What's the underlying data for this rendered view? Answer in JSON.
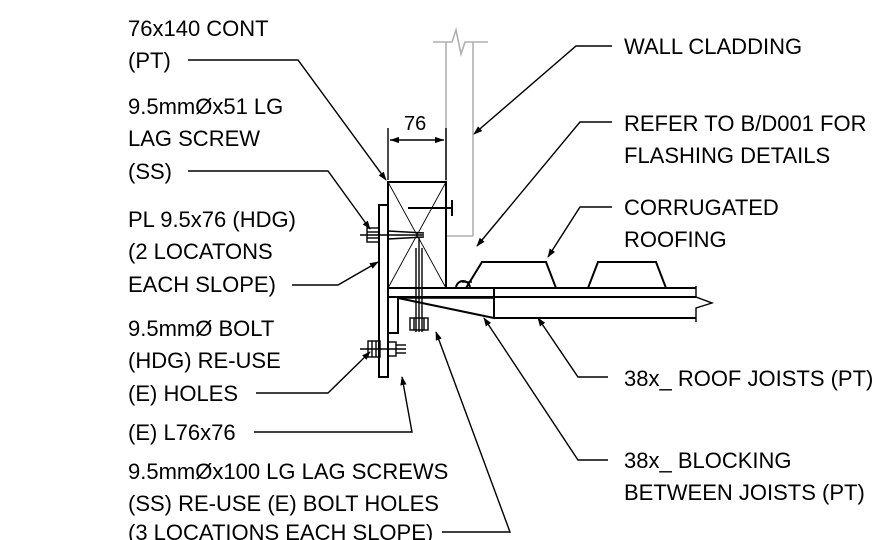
{
  "labels": {
    "cont_1": "76x140 CONT",
    "cont_2": "(PT)",
    "lag_1": "9.5mmØx51 LG",
    "lag_2": "LAG SCREW",
    "lag_3": "(SS)",
    "plate_1": "PL 9.5x76 (HDG)",
    "plate_2": "(2 LOCATONS",
    "plate_3": "EACH SLOPE)",
    "bolt_1": "9.5mmØ BOLT",
    "bolt_2": "(HDG) RE-USE",
    "bolt_3": "(E) HOLES",
    "angle_1": "(E) L76x76",
    "screws_1": "9.5mmØx100 LG LAG SCREWS",
    "screws_2": "(SS) RE-USE (E) BOLT HOLES",
    "screws_3": "(3 LOCATIONS EACH SLOPE)",
    "cladding_1": "WALL CLADDING",
    "refer_1": "REFER TO B/D001  FOR",
    "refer_2": "FLASHING DETAILS",
    "roofing_1": "CORRUGATED",
    "roofing_2": "ROOFING",
    "joists_1": "38x_ ROOF JOISTS (PT)",
    "blocking_1": "38x_ BLOCKING",
    "blocking_2": "BETWEEN JOISTS (PT)",
    "dimension_1": "76"
  }
}
